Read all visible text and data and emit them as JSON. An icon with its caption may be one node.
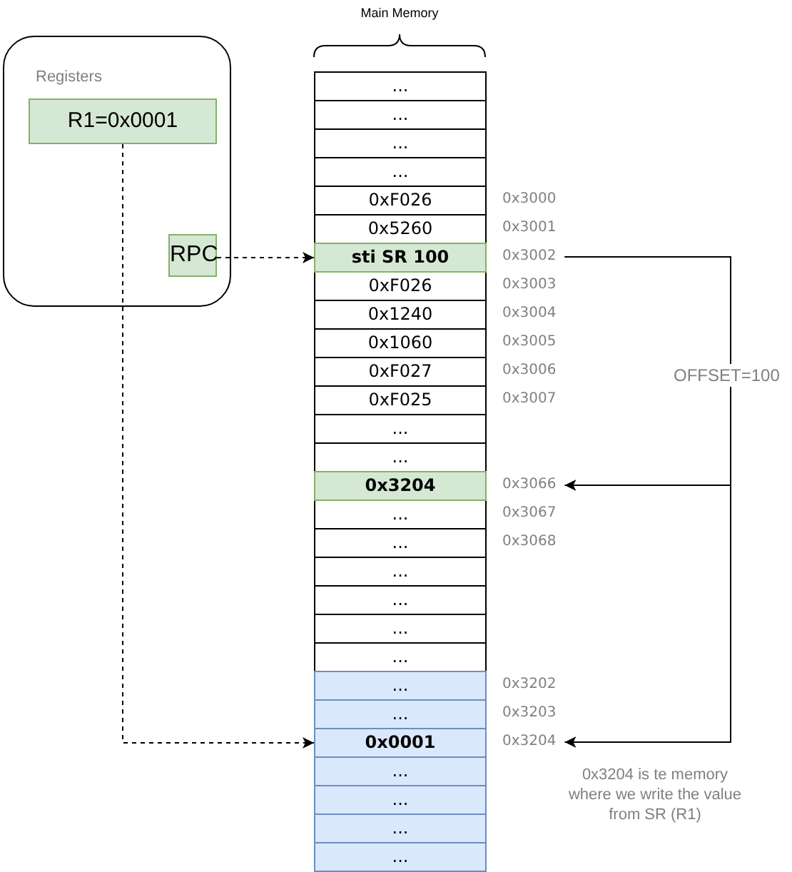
{
  "diagram": {
    "nodes": [
      {
        "text": [
          "Registers"
        ]
      },
      {
        "text": [
          "R1=0x0001"
        ],
        "in": 0
      },
      {
        "text": [
          "RPC"
        ],
        "in": 0
      },
      {
        "text": [
          "..."
        ]
      },
      {
        "text": [
          "..."
        ]
      },
      {
        "text": [
          "..."
        ]
      },
      {
        "text": [
          "..."
        ]
      },
      {
        "text": [
          "0xF026"
        ]
      },
      {
        "text": [
          "0x5260"
        ]
      },
      {
        "text": [
          "sti SR 100"
        ]
      },
      {
        "text": [
          "0xF026"
        ]
      },
      {
        "text": [
          "0x1240"
        ]
      },
      {
        "text": [
          "0x1060"
        ]
      },
      {
        "text": [
          "0xF027"
        ]
      },
      {
        "text": [
          "0xF025"
        ]
      },
      {
        "text": [
          "..."
        ]
      },
      {
        "text": [
          "..."
        ]
      },
      {
        "text": [
          "0x3204"
        ]
      },
      {
        "text": [
          "..."
        ]
      },
      {
        "text": [
          "..."
        ]
      },
      {
        "text": [
          "..."
        ]
      },
      {
        "text": [
          "..."
        ]
      },
      {
        "text": [
          "..."
        ]
      },
      {
        "text": [
          "..."
        ]
      },
      {
        "text": [
          "..."
        ]
      },
      {
        "text": [
          "..."
        ]
      },
      {
        "text": [
          "0x0001"
        ]
      },
      {
        "text": [
          "..."
        ]
      },
      {
        "text": [
          "..."
        ]
      },
      {
        "text": [
          "..."
        ]
      },
      {
        "text": [
          "..."
        ]
      },
      {
        "text": [
          "0x3002"
        ]
      },
      {
        "text": [
          "0x3066"
        ]
      },
      {
        "text": [
          "0x3204"
        ]
      }
    ],
    "edges": [
      {
        "from": 2,
        "to": 9,
        "arrow": "to",
        "style": "dashed"
      },
      {
        "from": 1,
        "to": 26,
        "arrow": "to",
        "style": "dashed"
      },
      {
        "from": 31,
        "to": 32,
        "arrow": "to",
        "label": "OFFSET=100"
      },
      {
        "from": 31,
        "to": 33,
        "arrow": "to"
      }
    ],
    "labels": [
      "Main Memory",
      "0x3000",
      "0x3001",
      "0x3003",
      "0x3004",
      "0x3005",
      "0x3006",
      "0x3007",
      "0x3067",
      "0x3068",
      "0x3202",
      "0x3203",
      "0x3204 is te memory where we write the value from SR (R1)"
    ]
  }
}
